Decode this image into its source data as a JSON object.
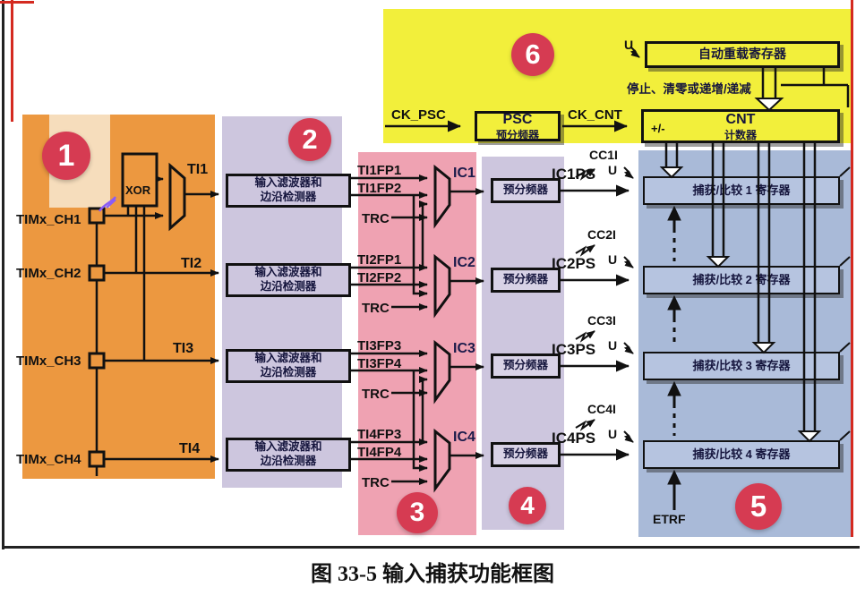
{
  "page": {
    "caption": "图 33-5 输入捕获功能框图"
  },
  "colors": {
    "orange": "#EC9840",
    "peach": "#F6DDBC",
    "lavender": "#CDC6DE",
    "pink": "#EFA2B2",
    "yellow": "#F2EF3B",
    "blue": "#A9BAD8",
    "register_box": "#B6C4E0",
    "badge_red": "#D63B52",
    "annotation_red": "#D42A20",
    "scribble_purple": "#8A5CF5"
  },
  "badges": {
    "b1": "1",
    "b2": "2",
    "b3": "3",
    "b4": "4",
    "b5": "5",
    "b6": "6"
  },
  "channels": {
    "ch1": "TIMx_CH1",
    "ch2": "TIMx_CH2",
    "ch3": "TIMx_CH3",
    "ch4": "TIMx_CH4"
  },
  "ti": {
    "t1": "TI1",
    "t2": "TI2",
    "t3": "TI3",
    "t4": "TI4"
  },
  "xor_label": "XOR",
  "filter": {
    "line1": "输入滤波器和",
    "line2": "边沿检测器"
  },
  "fp": {
    "p1a": "TI1FP1",
    "p1b": "TI1FP2",
    "p2a": "TI2FP1",
    "p2b": "TI2FP2",
    "p3a": "TI3FP3",
    "p3b": "TI3FP4",
    "p4a": "TI4FP3",
    "p4b": "TI4FP4"
  },
  "trc_label": "TRC",
  "ic": {
    "i1": "IC1",
    "i2": "IC2",
    "i3": "IC3",
    "i4": "IC4"
  },
  "prescaler_label": "预分频器",
  "icps": {
    "i1": "IC1PS",
    "i2": "IC2PS",
    "i3": "IC3PS",
    "i4": "IC4PS"
  },
  "cci": {
    "c1": "CC1I",
    "c2": "CC2I",
    "c3": "CC3I",
    "c4": "CC4I"
  },
  "u_label": "U",
  "regs": {
    "r1": "捕获/比较 1 寄存器",
    "r2": "捕获/比较 2 寄存器",
    "r3": "捕获/比较 3 寄存器",
    "r4": "捕获/比较 4 寄存器"
  },
  "etrf_label": "ETRF",
  "clocks": {
    "ck_psc": "CK_PSC",
    "ck_cnt": "CK_CNT"
  },
  "psc": {
    "title": "PSC",
    "sub": "预分频器"
  },
  "cnt": {
    "title": "CNT",
    "sub": "计数器",
    "sign": "+/-"
  },
  "arr_label": "自动重载寄存器",
  "update_note": "停止、清零或递增/递减"
}
